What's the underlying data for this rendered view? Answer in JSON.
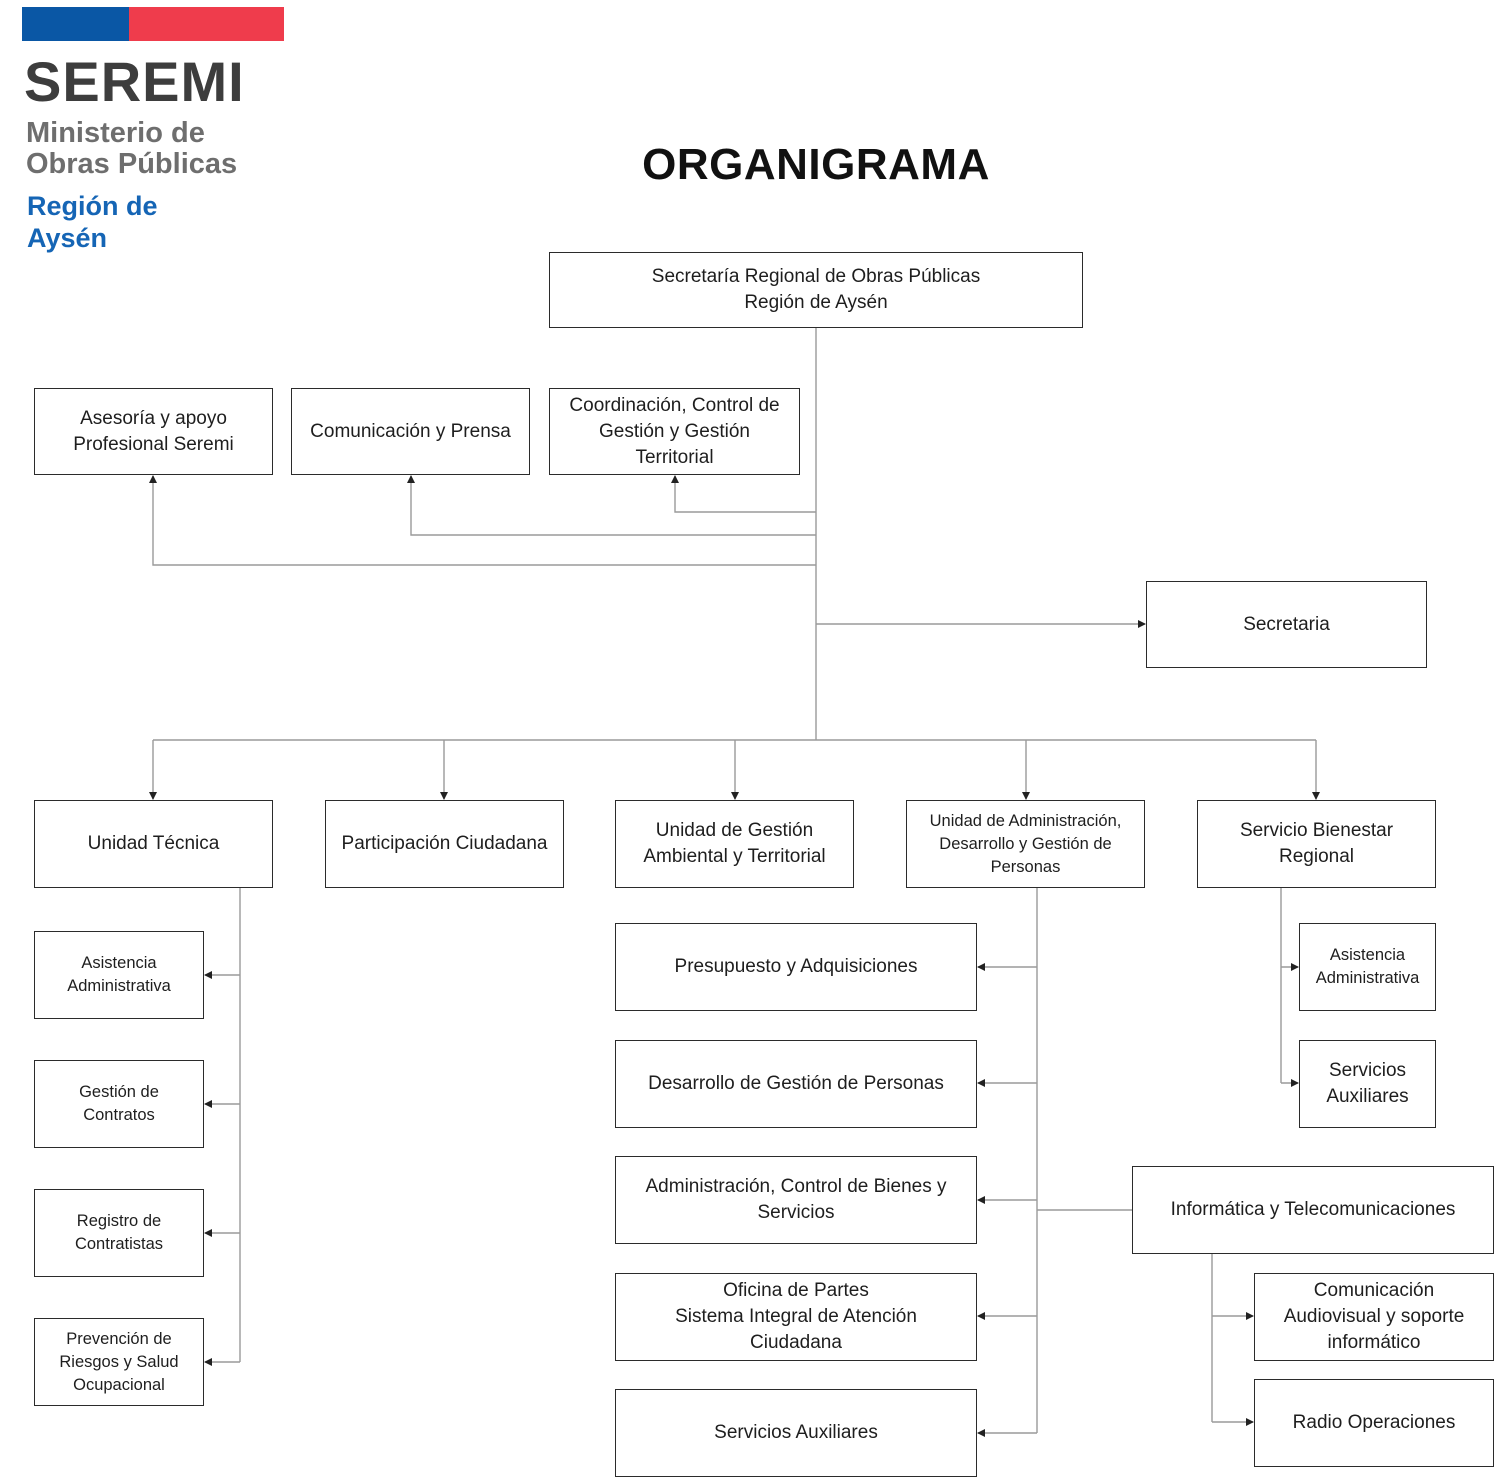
{
  "logo": {
    "acronym": "SEREMI",
    "ministry": "Ministerio de\nObras Públicas",
    "region": "Región de\nAysén",
    "flag_colors": [
      "#0a57a5",
      "#ef3c4c"
    ]
  },
  "title": "ORGANIGRAMA",
  "root": "Secretaría Regional de Obras Públicas\nRegión de Aysén",
  "advisory": [
    "Asesoría y apoyo\nProfesional Seremi",
    "Comunicación y Prensa",
    "Coordinación, Control de\nGestión y Gestión\nTerritorial"
  ],
  "secretaria": "Secretaria",
  "units": {
    "tecnica": "Unidad Técnica",
    "participacion": "Participación Ciudadana",
    "gestion_ambiental": "Unidad de Gestión\nAmbiental y Territorial",
    "administracion": "Unidad de Administración,\nDesarrollo y Gestión de\nPersonas",
    "bienestar": "Servicio Bienestar\nRegional"
  },
  "tecnica_children": [
    "Asistencia\nAdministrativa",
    "Gestión de\nContratos",
    "Registro de\nContratistas",
    "Prevención de\nRiesgos y Salud\nOcupacional"
  ],
  "administracion_children": [
    "Presupuesto y Adquisiciones",
    "Desarrollo de Gestión de Personas",
    "Administración, Control de Bienes y\nServicios",
    "Oficina de Partes\nSistema Integral de Atención\nCiudadana",
    "Servicios Auxiliares"
  ],
  "informatica": "Informática y Telecomunicaciones",
  "informatica_children": [
    "Comunicación\nAudiovisual y soporte\ninformático",
    "Radio Operaciones"
  ],
  "bienestar_children": [
    "Asistencia\nAdministrativa",
    "Servicios\nAuxiliares"
  ]
}
